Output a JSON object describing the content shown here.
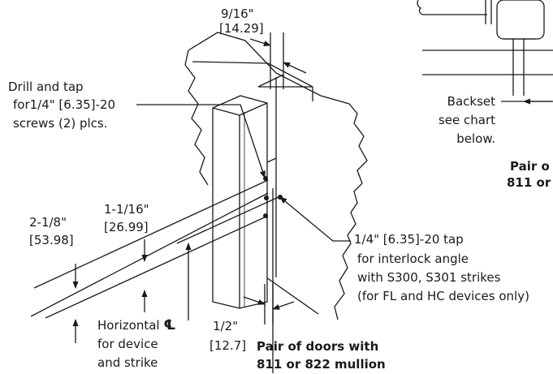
{
  "labels": {
    "dim_9_16_in": "9/16\"",
    "dim_9_16_mm": "[14.29]",
    "drill_line1": "Drill and tap",
    "drill_line2": "for1/4\" [6.35]-20",
    "drill_line3": "screws (2) plcs.",
    "dim_2_1_8_in": "2-1/8\"",
    "dim_2_1_8_mm": "[53.98]",
    "dim_1_1_16_in": "1-1/16\"",
    "dim_1_1_16_mm": "[26.99]",
    "tap_line1": "1/4\" [6.35]-20 tap",
    "tap_line2": "for interlock angle",
    "tap_line3": "with S300, S301 strikes",
    "tap_line4": "(for FL and HC devices only)",
    "horiz_line1": "Horizontal",
    "cl_symbol": "℄",
    "horiz_line2": "for device",
    "horiz_line3": "and strike",
    "dim_1_2_in": "1/2\"",
    "dim_1_2_mm": "[12.7]",
    "pair_main_line1": "Pair of doors with",
    "pair_main_line2": "811 or 822 mullion",
    "backset_line1": "Backset",
    "backset_line2": "see chart",
    "backset_line3": "below.",
    "pair_right_line1": "Pair o",
    "pair_right_line2": "811 or"
  }
}
